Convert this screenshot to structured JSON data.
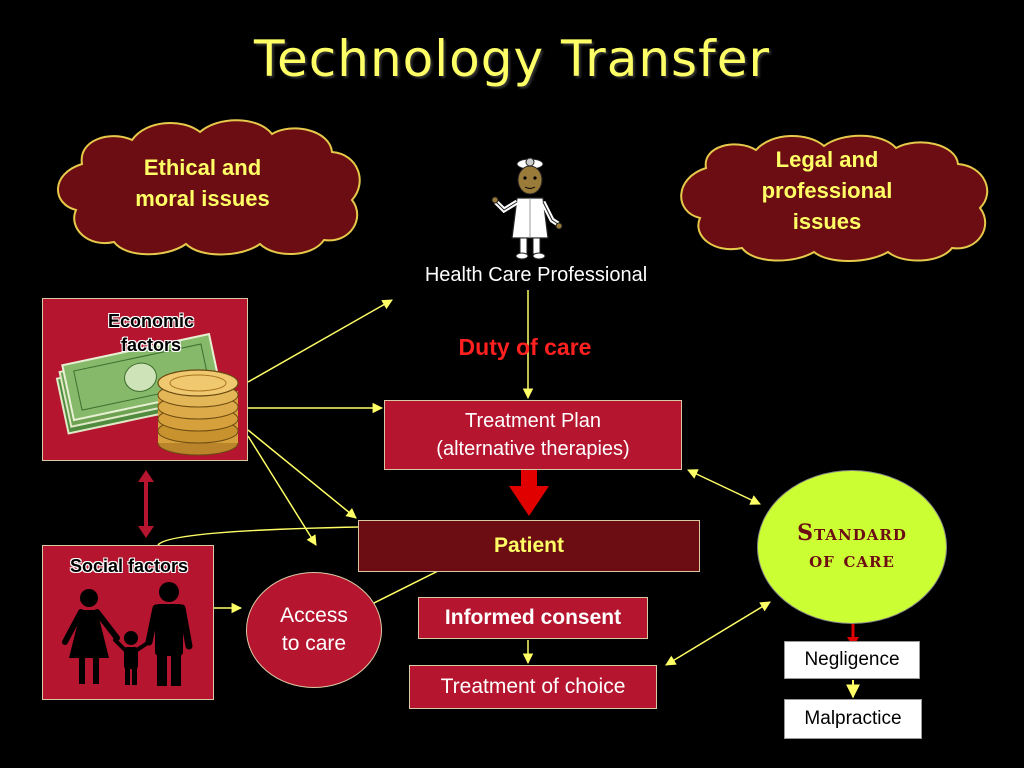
{
  "title": "Technology Transfer",
  "clouds": {
    "ethical": {
      "line1": "Ethical and",
      "line2": "moral issues"
    },
    "legal": {
      "line1": "Legal and",
      "line2": "professional",
      "line3": "issues"
    }
  },
  "professional": {
    "label": "Health Care Professional",
    "icon": "doctor-icon"
  },
  "duty_of_care": "Duty of care",
  "treatment_plan": {
    "line1": "Treatment Plan",
    "line2": "(alternative therapies)"
  },
  "patient": "Patient",
  "informed_consent": "Informed consent",
  "treatment_of_choice": "Treatment of choice",
  "access_to_care": {
    "line1": "Access",
    "line2": "to care"
  },
  "standard_of_care": {
    "line1": "Standard",
    "line2": "of care"
  },
  "negligence": "Negligence",
  "malpractice": "Malpractice",
  "economic_factors": {
    "line1": "Economic",
    "line2": "factors",
    "icon": "money-icon"
  },
  "social_factors": {
    "label": "Social factors",
    "icon": "family-icon"
  },
  "colors": {
    "background": "#000000",
    "title": "#ffff66",
    "cloud_fill": "#6b0d12",
    "box_red": "#b5152f",
    "patient_box": "#6b0d12",
    "duty_text": "#ff2020",
    "standard_fill": "#ccff33",
    "connector": "#ffff66",
    "arrow_red": "#e00000"
  }
}
